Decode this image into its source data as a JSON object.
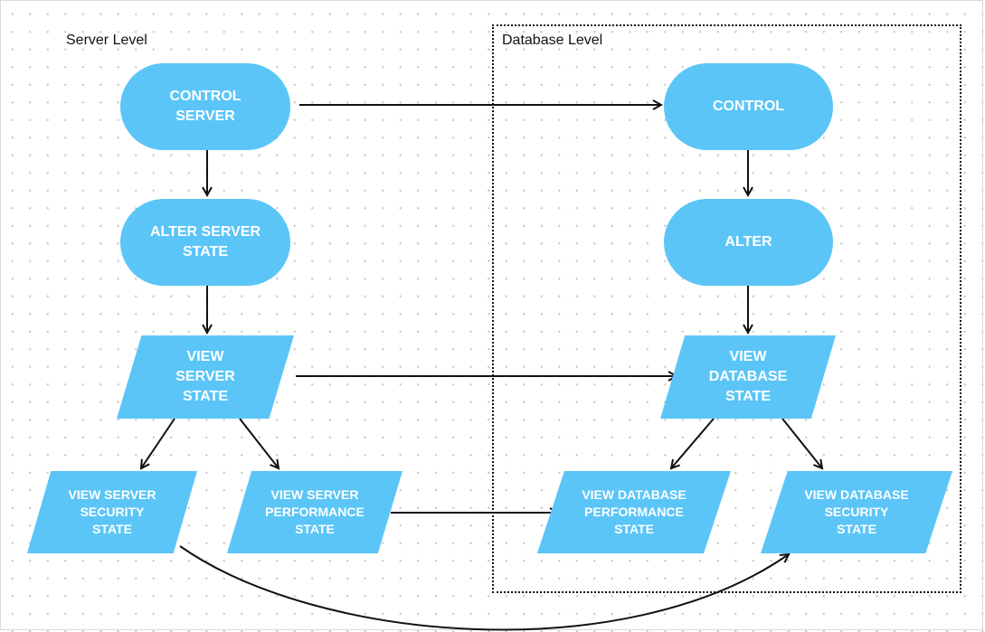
{
  "regions": {
    "server_label": "Server Level",
    "database_label": "Database Level"
  },
  "nodes": {
    "control_server": "CONTROL\nSERVER",
    "alter_server_state": "ALTER SERVER\nSTATE",
    "view_server_state": "VIEW\nSERVER\nSTATE",
    "view_server_security_state": "VIEW SERVER\nSECURITY\nSTATE",
    "view_server_performance_state": "VIEW SERVER\nPERFORMANCE\nSTATE",
    "control": "CONTROL",
    "alter": "ALTER",
    "view_database_state": "VIEW\nDATABASE\nSTATE",
    "view_database_performance_state": "VIEW DATABASE\nPERFORMANCE\nSTATE",
    "view_database_security_state": "VIEW DATABASE\nSECURITY\nSTATE"
  },
  "colors": {
    "node_fill": "#5bc5f7",
    "node_text": "#ffffff",
    "edge": "#111111"
  }
}
